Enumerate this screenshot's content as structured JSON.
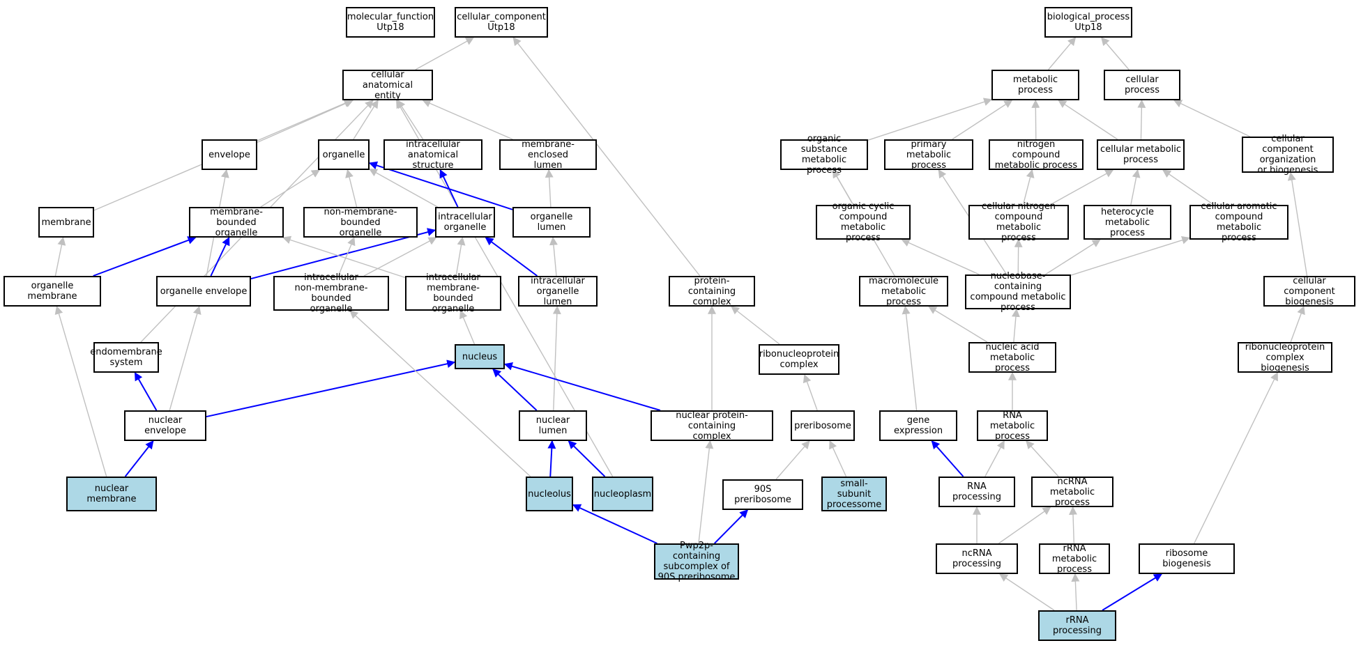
{
  "colors": {
    "highlight": "#add8e6",
    "primary_edge": "#0000ff",
    "secondary_edge": "#c0c0c0"
  },
  "nodes": [
    {
      "id": "molecular_function",
      "label": "molecular_function\nUtp18",
      "highlight": false
    },
    {
      "id": "cellular_component",
      "label": "cellular_component\nUtp18",
      "highlight": false
    },
    {
      "id": "biological_process",
      "label": "biological_process\nUtp18",
      "highlight": false
    },
    {
      "id": "cellular_anatomical_entity",
      "label": "cellular anatomical\nentity",
      "highlight": false
    },
    {
      "id": "envelope",
      "label": "envelope",
      "highlight": false
    },
    {
      "id": "organelle",
      "label": "organelle",
      "highlight": false
    },
    {
      "id": "intracellular_anatomical_structure",
      "label": "intracellular\nanatomical structure",
      "highlight": false
    },
    {
      "id": "membrane_enclosed_lumen",
      "label": "membrane-enclosed\nlumen",
      "highlight": false
    },
    {
      "id": "membrane",
      "label": "membrane",
      "highlight": false
    },
    {
      "id": "membrane_bounded_organelle",
      "label": "membrane-bounded\norganelle",
      "highlight": false
    },
    {
      "id": "non_membrane_bounded_organelle",
      "label": "non-membrane-bounded\norganelle",
      "highlight": false
    },
    {
      "id": "intracellular_organelle",
      "label": "intracellular\norganelle",
      "highlight": false
    },
    {
      "id": "organelle_lumen",
      "label": "organelle lumen",
      "highlight": false
    },
    {
      "id": "organelle_membrane",
      "label": "organelle membrane",
      "highlight": false
    },
    {
      "id": "organelle_envelope",
      "label": "organelle envelope",
      "highlight": false
    },
    {
      "id": "intracellular_non_membrane_bounded_organelle",
      "label": "intracellular\nnon-membrane-bounded\norganelle",
      "highlight": false
    },
    {
      "id": "intracellular_membrane_bounded_organelle",
      "label": "intracellular\nmembrane-bounded\norganelle",
      "highlight": false
    },
    {
      "id": "intracellular_organelle_lumen",
      "label": "intracellular\norganelle lumen",
      "highlight": false
    },
    {
      "id": "protein_containing_complex",
      "label": "protein-containing\ncomplex",
      "highlight": false
    },
    {
      "id": "endomembrane_system",
      "label": "endomembrane\nsystem",
      "highlight": false
    },
    {
      "id": "nucleus",
      "label": "nucleus",
      "highlight": true
    },
    {
      "id": "ribonucleoprotein_complex",
      "label": "ribonucleoprotein\ncomplex",
      "highlight": false
    },
    {
      "id": "nuclear_envelope",
      "label": "nuclear envelope",
      "highlight": false
    },
    {
      "id": "nuclear_lumen",
      "label": "nuclear lumen",
      "highlight": false
    },
    {
      "id": "nuclear_protein_containing_complex",
      "label": "nuclear protein-containing\ncomplex",
      "highlight": false
    },
    {
      "id": "preribosome",
      "label": "preribosome",
      "highlight": false
    },
    {
      "id": "nuclear_membrane",
      "label": "nuclear membrane",
      "highlight": true
    },
    {
      "id": "nucleolus",
      "label": "nucleolus",
      "highlight": true
    },
    {
      "id": "nucleoplasm",
      "label": "nucleoplasm",
      "highlight": true
    },
    {
      "id": "preribosome_90s",
      "label": "90S preribosome",
      "highlight": false
    },
    {
      "id": "small_subunit_processome",
      "label": "small-subunit\nprocessome",
      "highlight": true
    },
    {
      "id": "pwp2p_subcomplex",
      "label": "Pwp2p-containing\nsubcomplex of\n90S preribosome",
      "highlight": true
    },
    {
      "id": "metabolic_process",
      "label": "metabolic process",
      "highlight": false
    },
    {
      "id": "cellular_process",
      "label": "cellular process",
      "highlight": false
    },
    {
      "id": "organic_substance_metabolic_process",
      "label": "organic substance\nmetabolic process",
      "highlight": false
    },
    {
      "id": "primary_metabolic_process",
      "label": "primary metabolic\nprocess",
      "highlight": false
    },
    {
      "id": "nitrogen_compound_metabolic_process",
      "label": "nitrogen compound\nmetabolic process",
      "highlight": false
    },
    {
      "id": "cellular_metabolic_process",
      "label": "cellular metabolic\nprocess",
      "highlight": false
    },
    {
      "id": "cellular_component_organization_or_biogenesis",
      "label": "cellular component\norganization\nor biogenesis",
      "highlight": false
    },
    {
      "id": "organic_cyclic_compound_metabolic_process",
      "label": "organic cyclic\ncompound metabolic\nprocess",
      "highlight": false
    },
    {
      "id": "cellular_nitrogen_compound_metabolic_process",
      "label": "cellular nitrogen\ncompound metabolic\nprocess",
      "highlight": false
    },
    {
      "id": "heterocycle_metabolic_process",
      "label": "heterocycle\nmetabolic process",
      "highlight": false
    },
    {
      "id": "cellular_aromatic_compound_metabolic_process",
      "label": "cellular aromatic\ncompound metabolic\nprocess",
      "highlight": false
    },
    {
      "id": "macromolecule_metabolic_process",
      "label": "macromolecule\nmetabolic process",
      "highlight": false
    },
    {
      "id": "nucleobase_containing_compound_metabolic_process",
      "label": "nucleobase-containing\ncompound metabolic\nprocess",
      "highlight": false
    },
    {
      "id": "cellular_component_biogenesis",
      "label": "cellular component\nbiogenesis",
      "highlight": false
    },
    {
      "id": "nucleic_acid_metabolic_process",
      "label": "nucleic acid\nmetabolic process",
      "highlight": false
    },
    {
      "id": "ribonucleoprotein_complex_biogenesis",
      "label": "ribonucleoprotein\ncomplex biogenesis",
      "highlight": false
    },
    {
      "id": "gene_expression",
      "label": "gene expression",
      "highlight": false
    },
    {
      "id": "rna_metabolic_process",
      "label": "RNA metabolic\nprocess",
      "highlight": false
    },
    {
      "id": "rna_processing",
      "label": "RNA processing",
      "highlight": false
    },
    {
      "id": "ncrna_metabolic_process",
      "label": "ncRNA metabolic\nprocess",
      "highlight": false
    },
    {
      "id": "ncrna_processing",
      "label": "ncRNA processing",
      "highlight": false
    },
    {
      "id": "rrna_metabolic_process",
      "label": "rRNA metabolic\nprocess",
      "highlight": false
    },
    {
      "id": "ribosome_biogenesis",
      "label": "ribosome biogenesis",
      "highlight": false
    },
    {
      "id": "rrna_processing",
      "label": "rRNA processing",
      "highlight": true
    }
  ],
  "edges": [
    {
      "from": "cellular_anatomical_entity",
      "to": "cellular_component",
      "type": "secondary"
    },
    {
      "from": "envelope",
      "to": "cellular_anatomical_entity",
      "type": "secondary"
    },
    {
      "from": "organelle",
      "to": "cellular_anatomical_entity",
      "type": "secondary"
    },
    {
      "from": "intracellular_anatomical_structure",
      "to": "cellular_anatomical_entity",
      "type": "secondary"
    },
    {
      "from": "membrane_enclosed_lumen",
      "to": "cellular_anatomical_entity",
      "type": "secondary"
    },
    {
      "from": "membrane",
      "to": "cellular_anatomical_entity",
      "type": "secondary"
    },
    {
      "from": "endomembrane_system",
      "to": "cellular_anatomical_entity",
      "type": "secondary"
    },
    {
      "from": "nucleoplasm",
      "to": "cellular_anatomical_entity",
      "type": "secondary"
    },
    {
      "from": "membrane_bounded_organelle",
      "to": "organelle",
      "type": "secondary"
    },
    {
      "from": "non_membrane_bounded_organelle",
      "to": "organelle",
      "type": "secondary"
    },
    {
      "from": "intracellular_organelle",
      "to": "organelle",
      "type": "secondary"
    },
    {
      "from": "organelle_lumen",
      "to": "organelle",
      "type": "primary"
    },
    {
      "from": "intracellular_organelle",
      "to": "intracellular_anatomical_structure",
      "type": "primary"
    },
    {
      "from": "organelle_lumen",
      "to": "membrane_enclosed_lumen",
      "type": "secondary"
    },
    {
      "from": "organelle_membrane",
      "to": "membrane",
      "type": "secondary"
    },
    {
      "from": "organelle_membrane",
      "to": "membrane_bounded_organelle",
      "type": "primary"
    },
    {
      "from": "organelle_envelope",
      "to": "membrane_bounded_organelle",
      "type": "primary"
    },
    {
      "from": "organelle_envelope",
      "to": "envelope",
      "type": "secondary"
    },
    {
      "from": "organelle_envelope",
      "to": "intracellular_organelle",
      "type": "primary"
    },
    {
      "from": "intracellular_membrane_bounded_organelle",
      "to": "membrane_bounded_organelle",
      "type": "secondary"
    },
    {
      "from": "intracellular_non_membrane_bounded_organelle",
      "to": "non_membrane_bounded_organelle",
      "type": "secondary"
    },
    {
      "from": "intracellular_non_membrane_bounded_organelle",
      "to": "intracellular_organelle",
      "type": "secondary"
    },
    {
      "from": "intracellular_membrane_bounded_organelle",
      "to": "intracellular_organelle",
      "type": "secondary"
    },
    {
      "from": "intracellular_organelle_lumen",
      "to": "intracellular_organelle",
      "type": "primary"
    },
    {
      "from": "intracellular_organelle_lumen",
      "to": "organelle_lumen",
      "type": "secondary"
    },
    {
      "from": "protein_containing_complex",
      "to": "cellular_component",
      "type": "secondary"
    },
    {
      "from": "nucleus",
      "to": "intracellular_membrane_bounded_organelle",
      "type": "secondary"
    },
    {
      "from": "nuclear_envelope",
      "to": "endomembrane_system",
      "type": "primary"
    },
    {
      "from": "nuclear_envelope",
      "to": "organelle_envelope",
      "type": "secondary"
    },
    {
      "from": "nuclear_envelope",
      "to": "nucleus",
      "type": "primary"
    },
    {
      "from": "nuclear_lumen",
      "to": "nucleus",
      "type": "primary"
    },
    {
      "from": "nuclear_lumen",
      "to": "intracellular_organelle_lumen",
      "type": "secondary"
    },
    {
      "from": "nuclear_protein_containing_complex",
      "to": "nucleus",
      "type": "primary"
    },
    {
      "from": "nuclear_protein_containing_complex",
      "to": "protein_containing_complex",
      "type": "secondary"
    },
    {
      "from": "ribonucleoprotein_complex",
      "to": "protein_containing_complex",
      "type": "secondary"
    },
    {
      "from": "preribosome",
      "to": "ribonucleoprotein_complex",
      "type": "secondary"
    },
    {
      "from": "nuclear_membrane",
      "to": "nuclear_envelope",
      "type": "primary"
    },
    {
      "from": "nuclear_membrane",
      "to": "organelle_membrane",
      "type": "secondary"
    },
    {
      "from": "nucleolus",
      "to": "nuclear_lumen",
      "type": "primary"
    },
    {
      "from": "nucleolus",
      "to": "intracellular_non_membrane_bounded_organelle",
      "type": "secondary"
    },
    {
      "from": "nucleoplasm",
      "to": "nuclear_lumen",
      "type": "primary"
    },
    {
      "from": "preribosome_90s",
      "to": "preribosome",
      "type": "secondary"
    },
    {
      "from": "small_subunit_processome",
      "to": "preribosome",
      "type": "secondary"
    },
    {
      "from": "pwp2p_subcomplex",
      "to": "nucleolus",
      "type": "primary"
    },
    {
      "from": "pwp2p_subcomplex",
      "to": "preribosome_90s",
      "type": "primary"
    },
    {
      "from": "pwp2p_subcomplex",
      "to": "nuclear_protein_containing_complex",
      "type": "secondary"
    },
    {
      "from": "metabolic_process",
      "to": "biological_process",
      "type": "secondary"
    },
    {
      "from": "cellular_process",
      "to": "biological_process",
      "type": "secondary"
    },
    {
      "from": "organic_substance_metabolic_process",
      "to": "metabolic_process",
      "type": "secondary"
    },
    {
      "from": "primary_metabolic_process",
      "to": "metabolic_process",
      "type": "secondary"
    },
    {
      "from": "nitrogen_compound_metabolic_process",
      "to": "metabolic_process",
      "type": "secondary"
    },
    {
      "from": "cellular_metabolic_process",
      "to": "metabolic_process",
      "type": "secondary"
    },
    {
      "from": "cellular_metabolic_process",
      "to": "cellular_process",
      "type": "secondary"
    },
    {
      "from": "cellular_component_organization_or_biogenesis",
      "to": "cellular_process",
      "type": "secondary"
    },
    {
      "from": "organic_cyclic_compound_metabolic_process",
      "to": "organic_substance_metabolic_process",
      "type": "secondary"
    },
    {
      "from": "macromolecule_metabolic_process",
      "to": "organic_substance_metabolic_process",
      "type": "secondary"
    },
    {
      "from": "cellular_nitrogen_compound_metabolic_process",
      "to": "nitrogen_compound_metabolic_process",
      "type": "secondary"
    },
    {
      "from": "cellular_nitrogen_compound_metabolic_process",
      "to": "cellular_metabolic_process",
      "type": "secondary"
    },
    {
      "from": "heterocycle_metabolic_process",
      "to": "cellular_metabolic_process",
      "type": "secondary"
    },
    {
      "from": "cellular_aromatic_compound_metabolic_process",
      "to": "cellular_metabolic_process",
      "type": "secondary"
    },
    {
      "from": "nucleobase_containing_compound_metabolic_process",
      "to": "organic_cyclic_compound_metabolic_process",
      "type": "secondary"
    },
    {
      "from": "nucleobase_containing_compound_metabolic_process",
      "to": "primary_metabolic_process",
      "type": "secondary"
    },
    {
      "from": "nucleobase_containing_compound_metabolic_process",
      "to": "cellular_nitrogen_compound_metabolic_process",
      "type": "secondary"
    },
    {
      "from": "nucleobase_containing_compound_metabolic_process",
      "to": "heterocycle_metabolic_process",
      "type": "secondary"
    },
    {
      "from": "nucleobase_containing_compound_metabolic_process",
      "to": "cellular_aromatic_compound_metabolic_process",
      "type": "secondary"
    },
    {
      "from": "cellular_component_biogenesis",
      "to": "cellular_component_organization_or_biogenesis",
      "type": "secondary"
    },
    {
      "from": "nucleic_acid_metabolic_process",
      "to": "macromolecule_metabolic_process",
      "type": "secondary"
    },
    {
      "from": "nucleic_acid_metabolic_process",
      "to": "nucleobase_containing_compound_metabolic_process",
      "type": "secondary"
    },
    {
      "from": "ribonucleoprotein_complex_biogenesis",
      "to": "cellular_component_biogenesis",
      "type": "secondary"
    },
    {
      "from": "gene_expression",
      "to": "macromolecule_metabolic_process",
      "type": "secondary"
    },
    {
      "from": "rna_metabolic_process",
      "to": "nucleic_acid_metabolic_process",
      "type": "secondary"
    },
    {
      "from": "rna_processing",
      "to": "gene_expression",
      "type": "primary"
    },
    {
      "from": "rna_processing",
      "to": "rna_metabolic_process",
      "type": "secondary"
    },
    {
      "from": "ncrna_metabolic_process",
      "to": "rna_metabolic_process",
      "type": "secondary"
    },
    {
      "from": "ncrna_processing",
      "to": "rna_processing",
      "type": "secondary"
    },
    {
      "from": "ncrna_processing",
      "to": "ncrna_metabolic_process",
      "type": "secondary"
    },
    {
      "from": "rrna_metabolic_process",
      "to": "ncrna_metabolic_process",
      "type": "secondary"
    },
    {
      "from": "ribosome_biogenesis",
      "to": "ribonucleoprotein_complex_biogenesis",
      "type": "secondary"
    },
    {
      "from": "rrna_processing",
      "to": "ncrna_processing",
      "type": "secondary"
    },
    {
      "from": "rrna_processing",
      "to": "rrna_metabolic_process",
      "type": "secondary"
    },
    {
      "from": "rrna_processing",
      "to": "ribosome_biogenesis",
      "type": "primary"
    }
  ]
}
